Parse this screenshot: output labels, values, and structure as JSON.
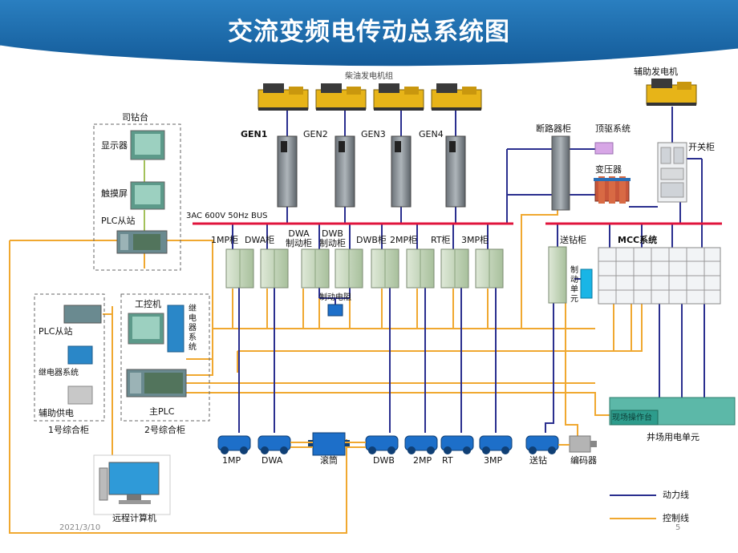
{
  "title": "交流变频电传动总系统图",
  "labels": {
    "generator_group": "柴油发电机组",
    "aux_generator": "辅助发电机",
    "gen1": "GEN1",
    "gen2": "GEN2",
    "gen3": "GEN3",
    "gen4": "GEN4",
    "breaker_cabinet": "断路器柜",
    "top_drive": "顶驱系统",
    "transformer": "变压器",
    "switch_cabinet": "开关柜",
    "driller_console": "司钻台",
    "display": "显示器",
    "touchscreen": "触摸屏",
    "plc_slave_console": "PLC从站",
    "bus": "3AC 600V 50Hz BUS",
    "cab_1mp": "1MP柜",
    "cab_dwa": "DWA柜",
    "cab_dwa_brake": "DWA\n制动柜",
    "cab_dwb_brake": "DWB\n制动柜",
    "cab_dwb": "DWB柜",
    "cab_2mp": "2MP柜",
    "cab_rt": "RT柜",
    "cab_3mp": "3MP柜",
    "feed_cabinet": "送钻柜",
    "mcc_system": "MCC系统",
    "brake_resistor": "制动电阻",
    "feed_brake_unit": "制动单元",
    "plc_slave_1": "PLC从站",
    "relay_system_1": "继电器系统",
    "aux_power": "辅助供电",
    "cabinet_1": "1号综合柜",
    "ipc": "工控机",
    "relay_system_2": "继电器系统",
    "main_plc": "主PLC",
    "cabinet_2": "2号综合柜",
    "remote_pc": "远程计算机",
    "field_console": "现场操作台",
    "well_site_unit": "井场用电单元",
    "m_1mp": "1MP",
    "m_dwa": "DWA",
    "m_drum": "滚筒",
    "m_dwb": "DWB",
    "m_2mp": "2MP",
    "m_rt": "RT",
    "m_3mp": "3MP",
    "m_feed": "送钻",
    "m_encoder": "编码器",
    "legend_power": "动力线",
    "legend_control": "控制线",
    "date": "2021/3/10",
    "page": "5"
  },
  "colors": {
    "header_blue": "#1f6fb0",
    "power_line": "#2a2f8f",
    "bus_line": "#e0143c",
    "control_line": "#f0a830",
    "cabinet_green": "#c8dcc0",
    "motor_blue": "#1d6fc9",
    "generator_yellow": "#e7b418",
    "console_blue": "#2a87c8",
    "field_console": "#2d9c8c"
  }
}
